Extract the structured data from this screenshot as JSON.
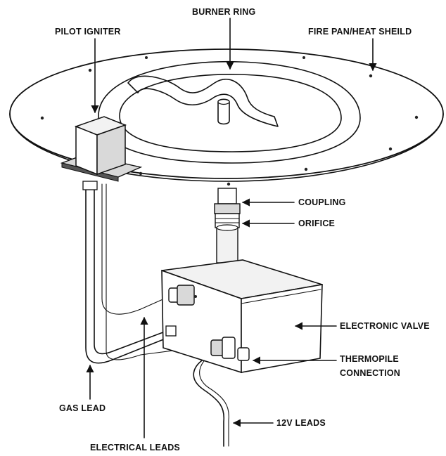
{
  "labels": {
    "burner_ring": "BURNER RING",
    "pilot_igniter": "PILOT IGNITER",
    "fire_pan": "FIRE PAN/HEAT SHEILD",
    "coupling": "COUPLING",
    "orifice": "ORIFICE",
    "electronic_valve": "ELECTRONIC VALVE",
    "thermopile_line1": "THERMOPILE",
    "thermopile_line2": "CONNECTION",
    "gas_lead": "GAS LEAD",
    "twelve_v_leads": "12V LEADS",
    "electrical_leads": "ELECTRICAL LEADS"
  },
  "colors": {
    "line": "#111111",
    "background": "#ffffff"
  }
}
